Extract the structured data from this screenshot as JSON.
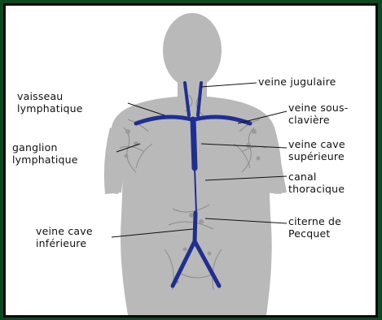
{
  "labels": {
    "veine_jugulaire": "veine jugulaire",
    "vaisseau_lymphatique": "vaisseau\nlymphatique",
    "veine_sous_claviere": "veine sous-\nclavière",
    "ganglion_lymphatique": "ganglion\nlymphatique",
    "veine_cave_superieure": "veine cave\nsupérieure",
    "canal_thoracique": "canal\nthoracique",
    "veine_cave_inferieure": "veine cave\ninférieure",
    "citerne_de_pecquet": "citerne de\nPecquet"
  },
  "colors": {
    "frame": "#0b4a1e",
    "body": "#b9b9b9",
    "vessel": "#1f2f8f",
    "lymph": "#8c8c8c"
  }
}
